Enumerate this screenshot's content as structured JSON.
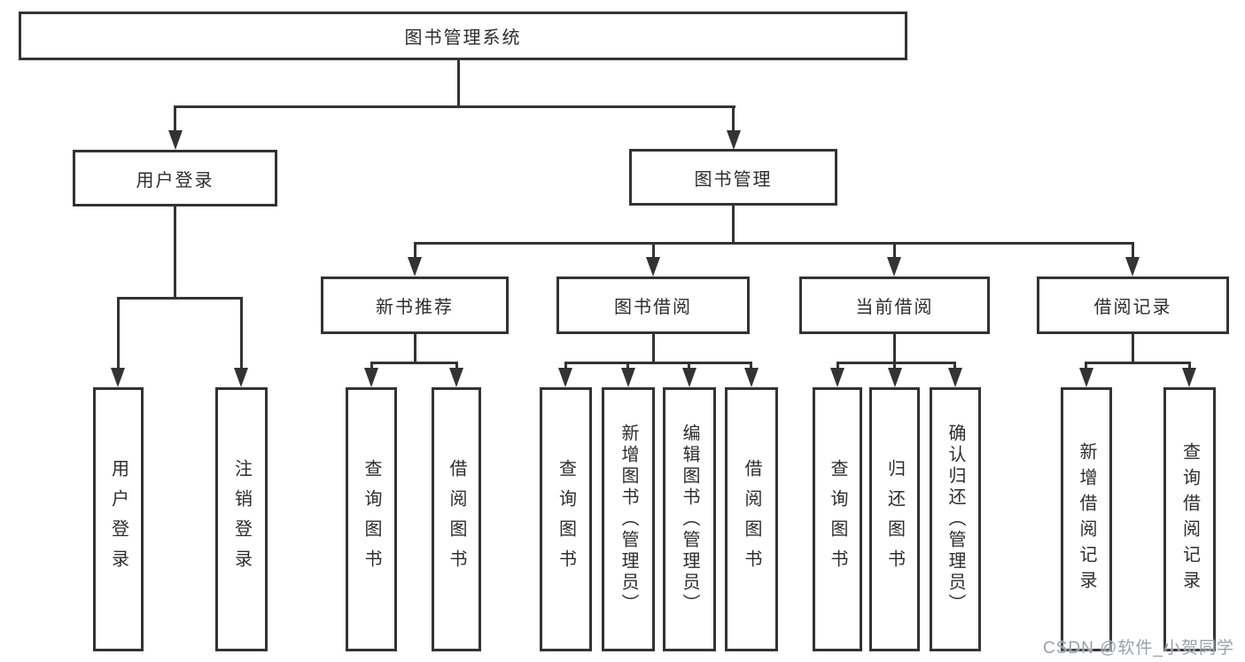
{
  "diagram": {
    "title": "图书管理系统",
    "root": {
      "label": "图书管理系统"
    },
    "branches": [
      {
        "label": "用户登录",
        "children": [
          {
            "label": "用户登录"
          },
          {
            "label": "注销登录"
          }
        ]
      },
      {
        "label": "图书管理",
        "children": [
          {
            "label": "新书推荐",
            "children": [
              {
                "label": "查询图书"
              },
              {
                "label": "借阅图书"
              }
            ]
          },
          {
            "label": "图书借阅",
            "children": [
              {
                "label": "查询图书"
              },
              {
                "label": "新增图书（管理员）"
              },
              {
                "label": "编辑图书（管理员）"
              },
              {
                "label": "借阅图书"
              }
            ]
          },
          {
            "label": "当前借阅",
            "children": [
              {
                "label": "查询图书"
              },
              {
                "label": "归还图书"
              },
              {
                "label": "确认归还（管理员）"
              }
            ]
          },
          {
            "label": "借阅记录",
            "children": [
              {
                "label": "新增借阅记录"
              },
              {
                "label": "查询借阅记录"
              }
            ]
          }
        ]
      }
    ]
  },
  "watermark": {
    "text": "CSDN @软件_小贺同学"
  },
  "colors": {
    "line": "#333333",
    "box_background": "#ffffff",
    "text": "#2d2d2d",
    "watermark": "#9aa0ab",
    "background": "#ffffff"
  }
}
